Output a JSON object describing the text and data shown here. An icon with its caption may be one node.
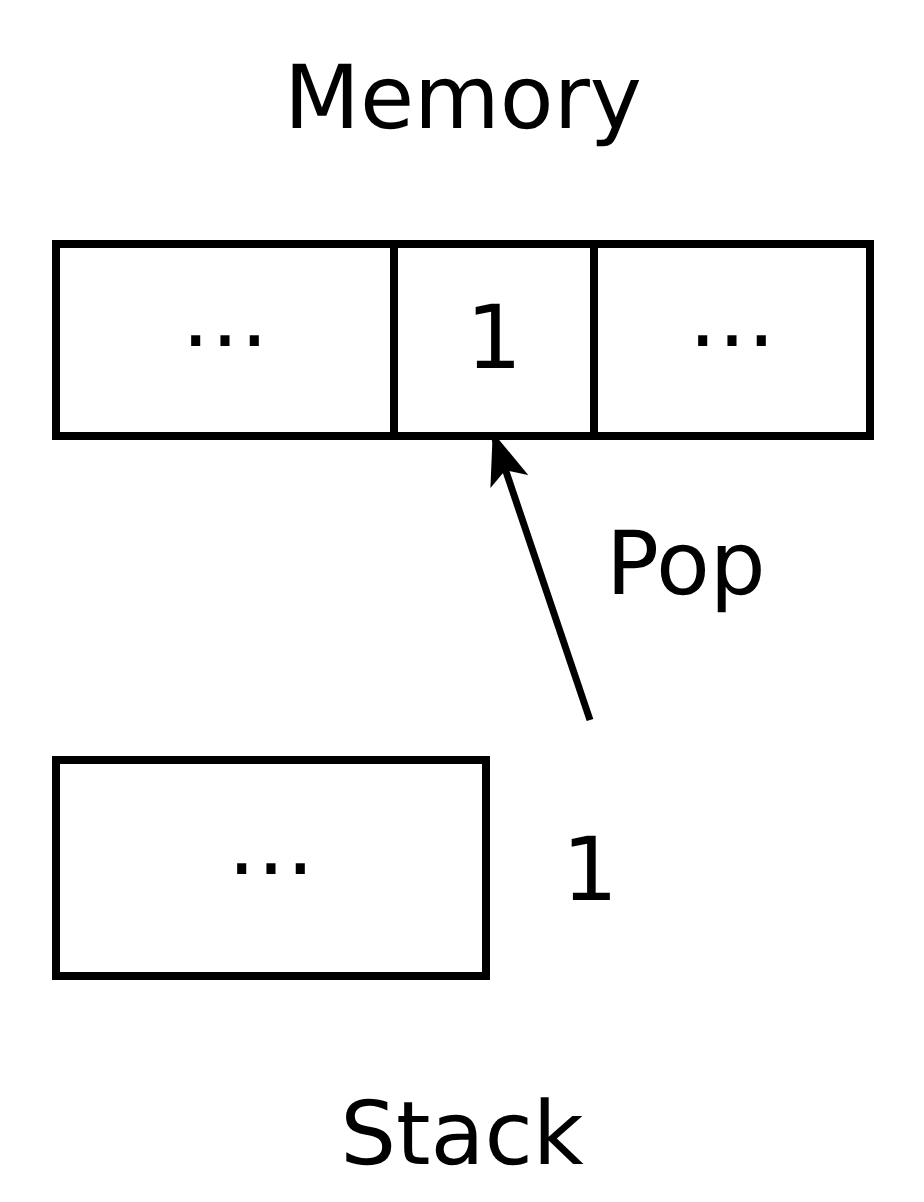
{
  "diagram": {
    "nodes": [
      {
        "text": [
          "Memory"
        ]
      },
      {
        "text": [
          "⋯"
        ],
        "in": 0
      },
      {
        "text": [
          "1"
        ],
        "in": 0
      },
      {
        "text": [
          "⋯"
        ],
        "in": 0
      },
      {
        "text": [
          "⋯"
        ],
        "beside": [
          "Stack"
        ]
      },
      {
        "text": [
          "1"
        ]
      }
    ],
    "edges": [
      {
        "from": 5,
        "to": 2,
        "arrow": "to",
        "label": "Pop"
      }
    ]
  }
}
